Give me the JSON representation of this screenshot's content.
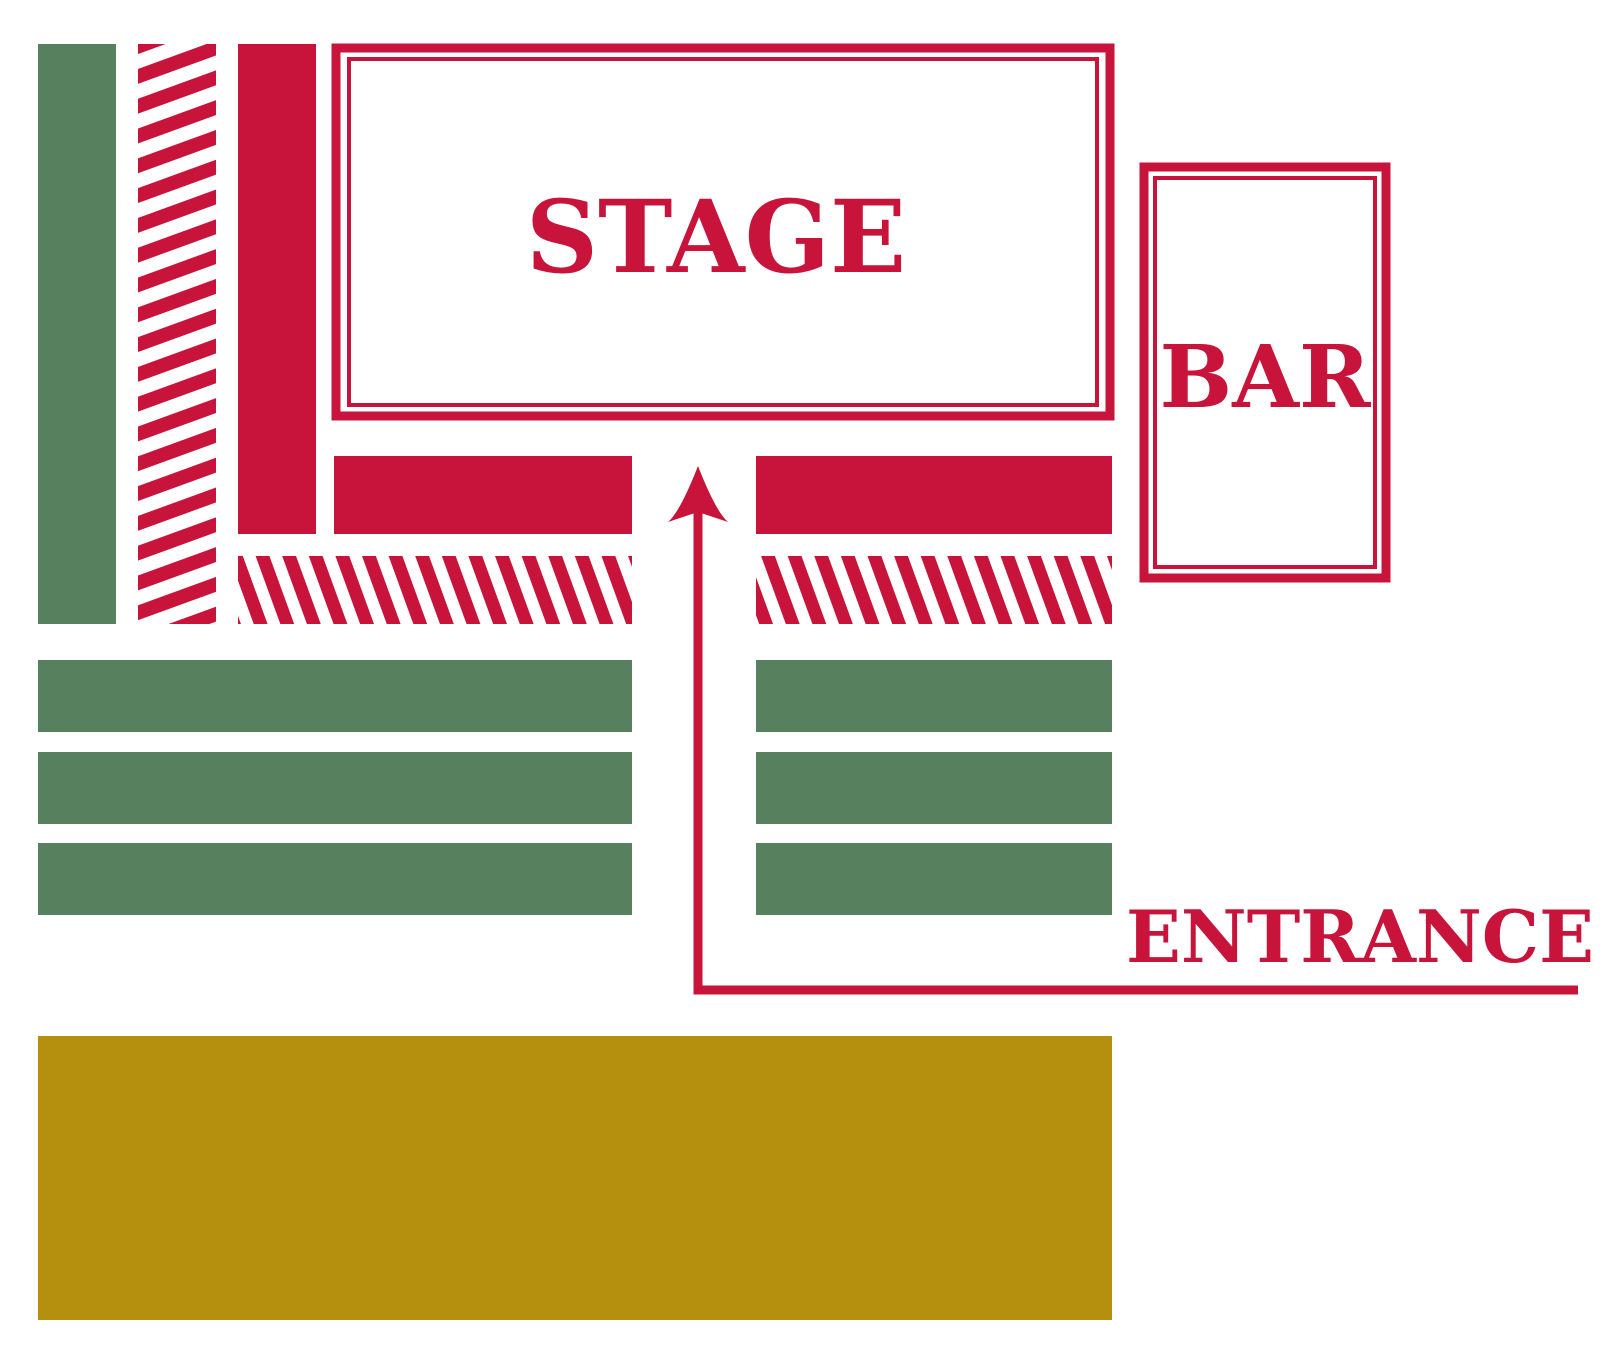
{
  "labels": {
    "stage": "STAGE",
    "bar": "BAR",
    "entrance": "ENTRANCE"
  },
  "colors": {
    "red": "#C8143A",
    "green": "#56805E",
    "gold": "#B5900E",
    "background": "#FFFFFF"
  },
  "legend_visible": false
}
